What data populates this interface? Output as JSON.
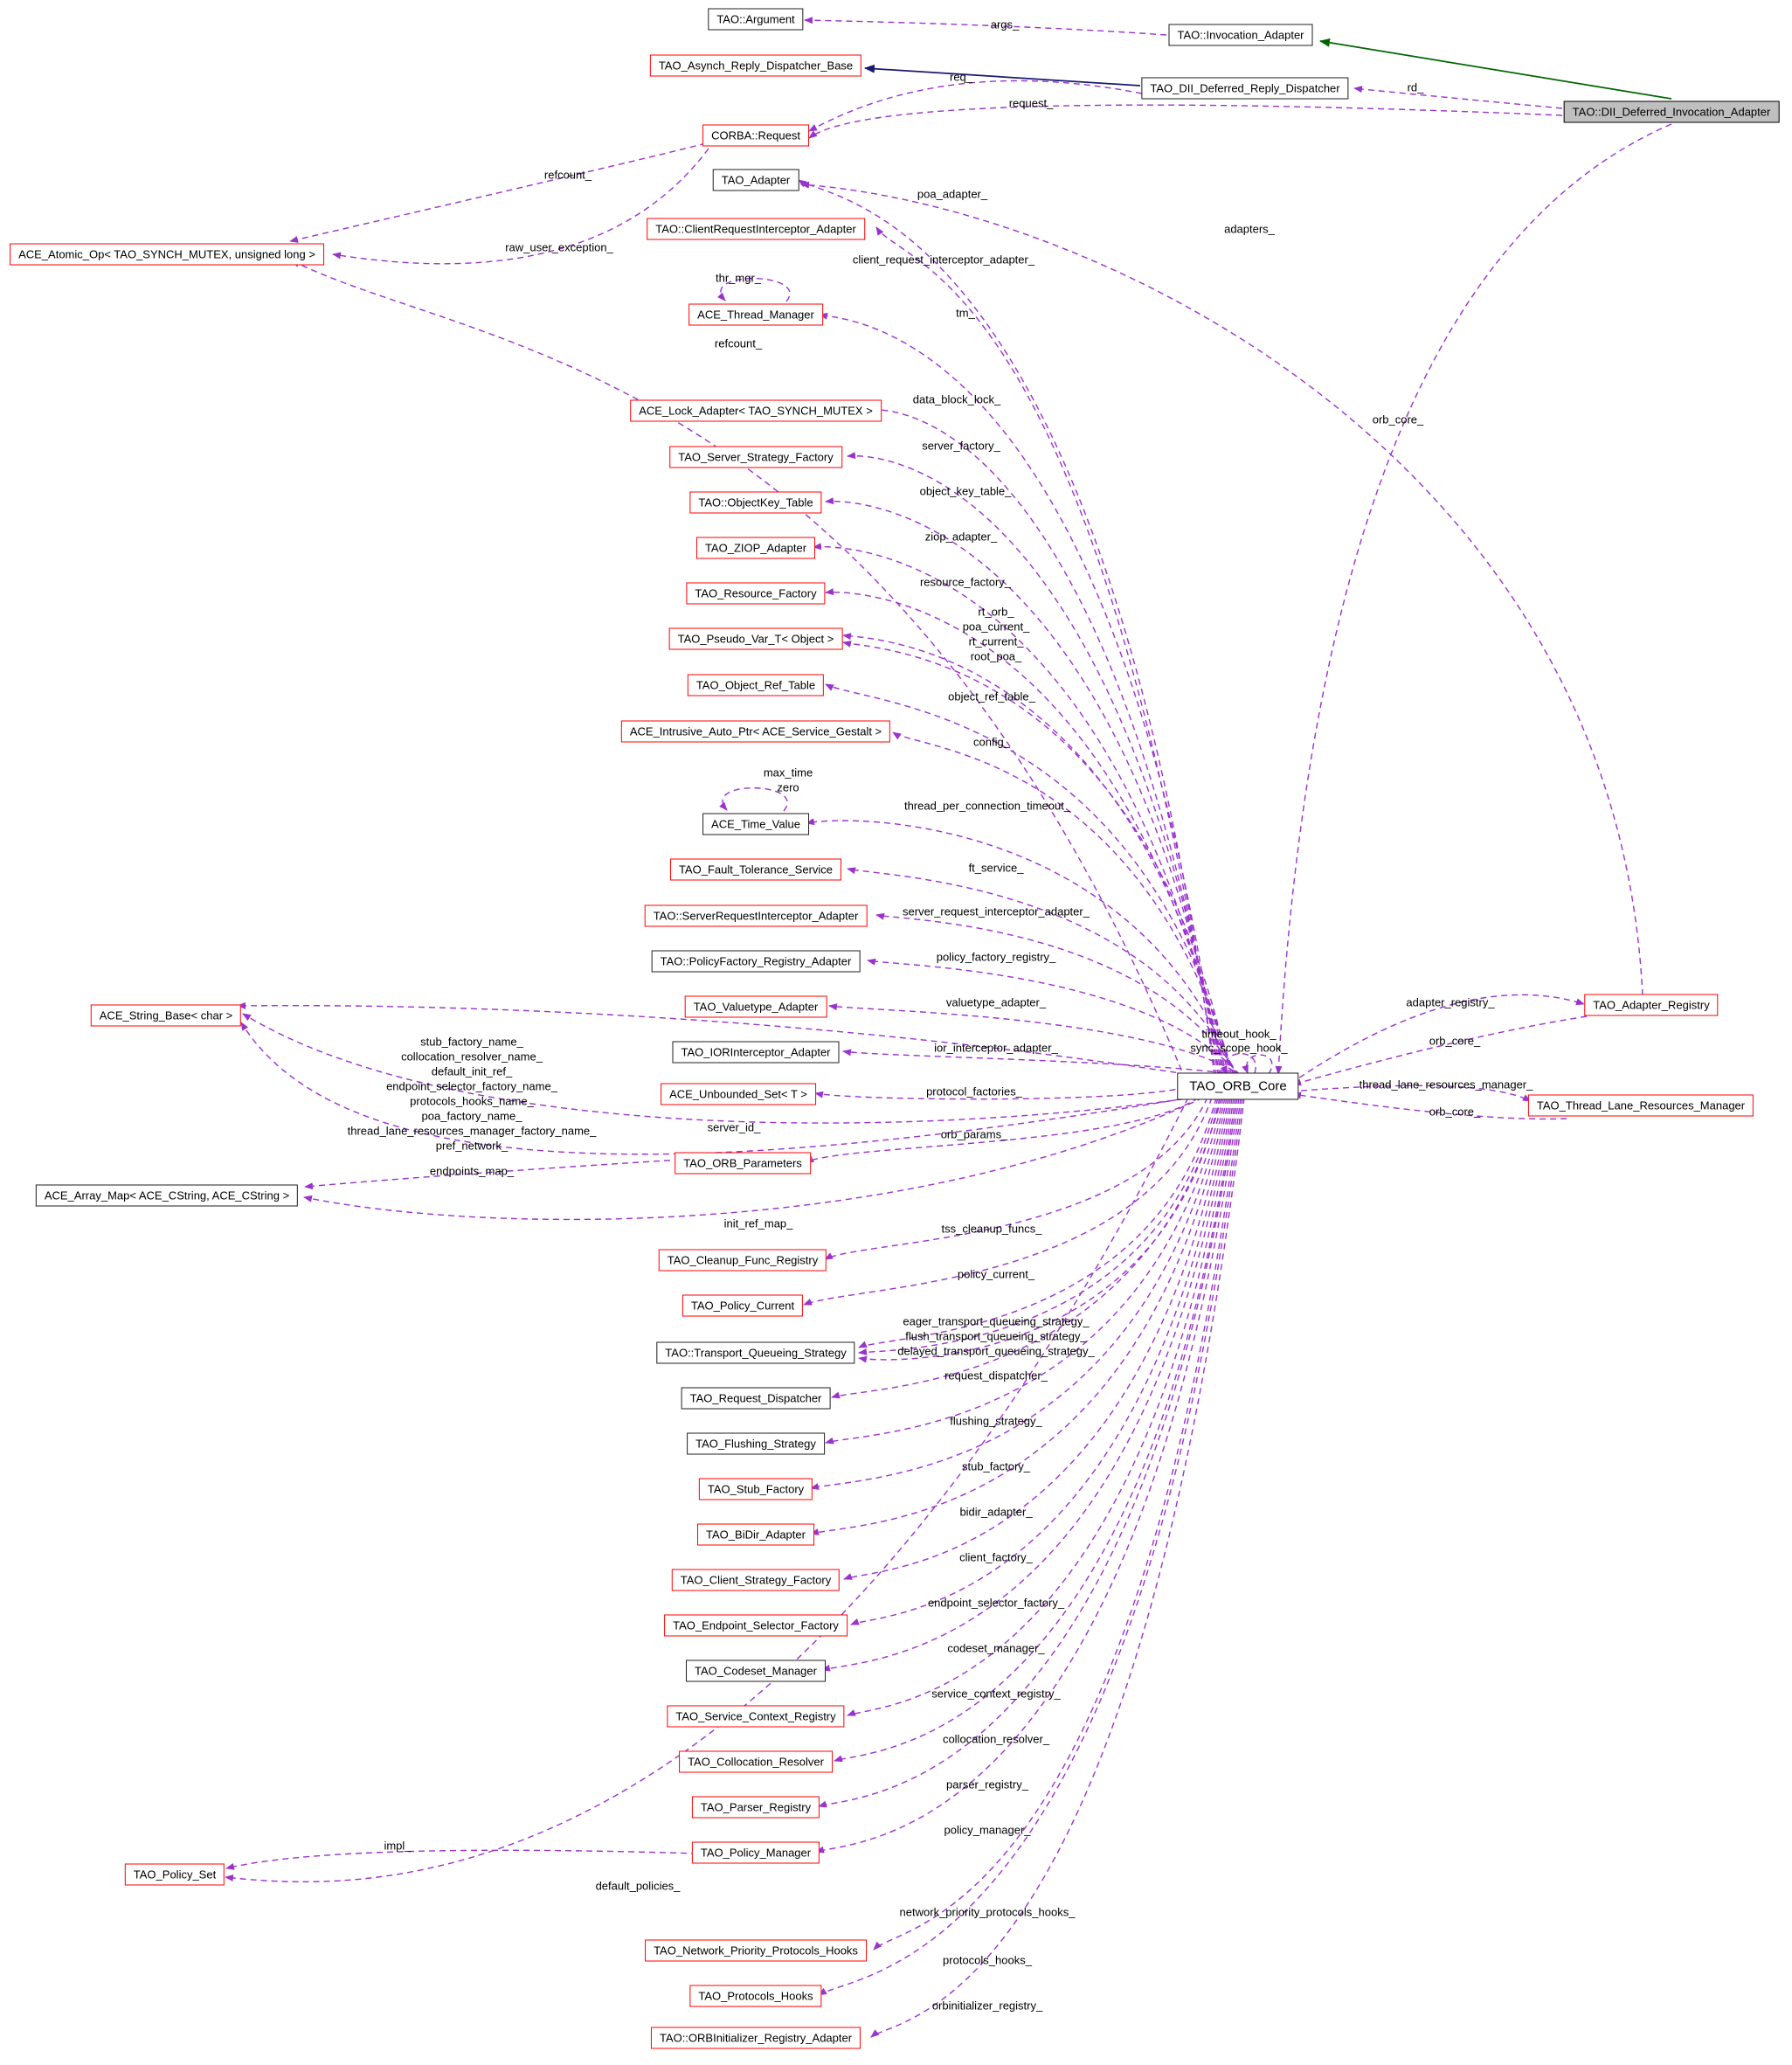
{
  "diagram": {
    "type": "doxygen-collaboration-graph",
    "focus_node": "TAO::DII_Deferred_Invocation_Adapter",
    "colors": {
      "dashed_edge": "#9a32cd",
      "public_inheritance_edge": "#006400",
      "inheritance_edge": "#191970",
      "documented_node_border": "#ff0000",
      "plain_node_border": "#000000",
      "focus_node_fill": "#bfbfbf",
      "node_fill": "#ffffff",
      "text": "#000000"
    },
    "nodes": [
      {
        "label": "TAO::Argument"
      },
      {
        "label": "TAO::Invocation_Adapter"
      },
      {
        "label": "TAO_Asynch_Reply_Dispatcher_Base"
      },
      {
        "label": "TAO_DII_Deferred_Reply_Dispatcher"
      },
      {
        "label": "TAO::DII_Deferred_Invocation_Adapter"
      },
      {
        "label": "CORBA::Request"
      },
      {
        "label": "TAO_Adapter"
      },
      {
        "label": "TAO::ClientRequestInterceptor_Adapter"
      },
      {
        "label": "ACE_Atomic_Op< TAO_SYNCH_MUTEX, unsigned long >"
      },
      {
        "label": "ACE_Thread_Manager"
      },
      {
        "label": "ACE_Lock_Adapter< TAO_SYNCH_MUTEX >"
      },
      {
        "label": "TAO_Server_Strategy_Factory"
      },
      {
        "label": "TAO::ObjectKey_Table"
      },
      {
        "label": "TAO_ZIOP_Adapter"
      },
      {
        "label": "TAO_Resource_Factory"
      },
      {
        "label": "TAO_Pseudo_Var_T< Object >"
      },
      {
        "label": "TAO_Object_Ref_Table"
      },
      {
        "label": "ACE_Intrusive_Auto_Ptr< ACE_Service_Gestalt >"
      },
      {
        "label": "ACE_Time_Value"
      },
      {
        "label": "TAO_Fault_Tolerance_Service"
      },
      {
        "label": "TAO::ServerRequestInterceptor_Adapter"
      },
      {
        "label": "TAO::PolicyFactory_Registry_Adapter"
      },
      {
        "label": "TAO_Valuetype_Adapter"
      },
      {
        "label": "TAO_IORInterceptor_Adapter"
      },
      {
        "label": "ACE_Unbounded_Set< T >"
      },
      {
        "label": "TAO_ORB_Core"
      },
      {
        "label": "TAO_Adapter_Registry"
      },
      {
        "label": "TAO_Thread_Lane_Resources_Manager"
      },
      {
        "label": "ACE_String_Base< char >"
      },
      {
        "label": "TAO_ORB_Parameters"
      },
      {
        "label": "ACE_Array_Map< ACE_CString, ACE_CString >"
      },
      {
        "label": "TAO_Cleanup_Func_Registry"
      },
      {
        "label": "TAO_Policy_Current"
      },
      {
        "label": "TAO::Transport_Queueing_Strategy"
      },
      {
        "label": "TAO_Request_Dispatcher"
      },
      {
        "label": "TAO_Flushing_Strategy"
      },
      {
        "label": "TAO_Stub_Factory"
      },
      {
        "label": "TAO_BiDir_Adapter"
      },
      {
        "label": "TAO_Client_Strategy_Factory"
      },
      {
        "label": "TAO_Endpoint_Selector_Factory"
      },
      {
        "label": "TAO_Codeset_Manager"
      },
      {
        "label": "TAO_Service_Context_Registry"
      },
      {
        "label": "TAO_Collocation_Resolver"
      },
      {
        "label": "TAO_Parser_Registry"
      },
      {
        "label": "TAO_Policy_Manager"
      },
      {
        "label": "TAO_Policy_Set"
      },
      {
        "label": "TAO_Network_Priority_Protocols_Hooks"
      },
      {
        "label": "TAO_Protocols_Hooks"
      },
      {
        "label": "TAO::ORBInitializer_Registry_Adapter"
      }
    ],
    "edge_labels": [
      {
        "text": "args_"
      },
      {
        "text": "req_"
      },
      {
        "text": "request_"
      },
      {
        "text": "rd_"
      },
      {
        "text": "orb_core_"
      },
      {
        "text": "adapters_"
      },
      {
        "text": "refcount_"
      },
      {
        "text": "raw_user_exception_"
      },
      {
        "text": "poa_adapter_"
      },
      {
        "text": "client_request_interceptor_adapter_"
      },
      {
        "text": "thr_mgr_"
      },
      {
        "text": "tm_"
      },
      {
        "text": "refcount_"
      },
      {
        "text": "data_block_lock_"
      },
      {
        "text": "server_factory_"
      },
      {
        "text": "object_key_table_"
      },
      {
        "text": "ziop_adapter_"
      },
      {
        "text": "resource_factory_"
      },
      {
        "text": "rt_orb_"
      },
      {
        "text": "poa_current_"
      },
      {
        "text": "rt_current_"
      },
      {
        "text": "root_poa_"
      },
      {
        "text": "object_ref_table_"
      },
      {
        "text": "config_"
      },
      {
        "text": "max_time"
      },
      {
        "text": "zero"
      },
      {
        "text": "thread_per_connection_timeout_"
      },
      {
        "text": "ft_service_"
      },
      {
        "text": "server_request_interceptor_adapter_"
      },
      {
        "text": "policy_factory_registry_"
      },
      {
        "text": "valuetype_adapter_"
      },
      {
        "text": "ior_interceptor_adapter_"
      },
      {
        "text": "protocol_factories_"
      },
      {
        "text": "timeout_hook_"
      },
      {
        "text": "sync_scope_hook_"
      },
      {
        "text": "adapter_registry_"
      },
      {
        "text": "orb_core_"
      },
      {
        "text": "thread_lane_resources_manager_"
      },
      {
        "text": "orb_core_"
      },
      {
        "text": "stub_factory_name_"
      },
      {
        "text": "collocation_resolver_name_"
      },
      {
        "text": "default_init_ref_"
      },
      {
        "text": "endpoint_selector_factory_name_"
      },
      {
        "text": "protocols_hooks_name_"
      },
      {
        "text": "poa_factory_name_"
      },
      {
        "text": "thread_lane_resources_manager_factory_name_"
      },
      {
        "text": "pref_network_"
      },
      {
        "text": "server_id_"
      },
      {
        "text": "orb_params_"
      },
      {
        "text": "endpoints_map_"
      },
      {
        "text": "init_ref_map_"
      },
      {
        "text": "tss_cleanup_funcs_"
      },
      {
        "text": "policy_current_"
      },
      {
        "text": "eager_transport_queueing_strategy_"
      },
      {
        "text": "flush_transport_queueing_strategy_"
      },
      {
        "text": "delayed_transport_queueing_strategy_"
      },
      {
        "text": "request_dispatcher_"
      },
      {
        "text": "flushing_strategy_"
      },
      {
        "text": "stub_factory_"
      },
      {
        "text": "bidir_adapter_"
      },
      {
        "text": "client_factory_"
      },
      {
        "text": "endpoint_selector_factory_"
      },
      {
        "text": "codeset_manager_"
      },
      {
        "text": "service_context_registry_"
      },
      {
        "text": "collocation_resolver_"
      },
      {
        "text": "parser_registry_"
      },
      {
        "text": "policy_manager_"
      },
      {
        "text": "impl_"
      },
      {
        "text": "default_policies_"
      },
      {
        "text": "network_priority_protocols_hooks_"
      },
      {
        "text": "protocols_hooks_"
      },
      {
        "text": "orbinitializer_registry_"
      }
    ]
  }
}
